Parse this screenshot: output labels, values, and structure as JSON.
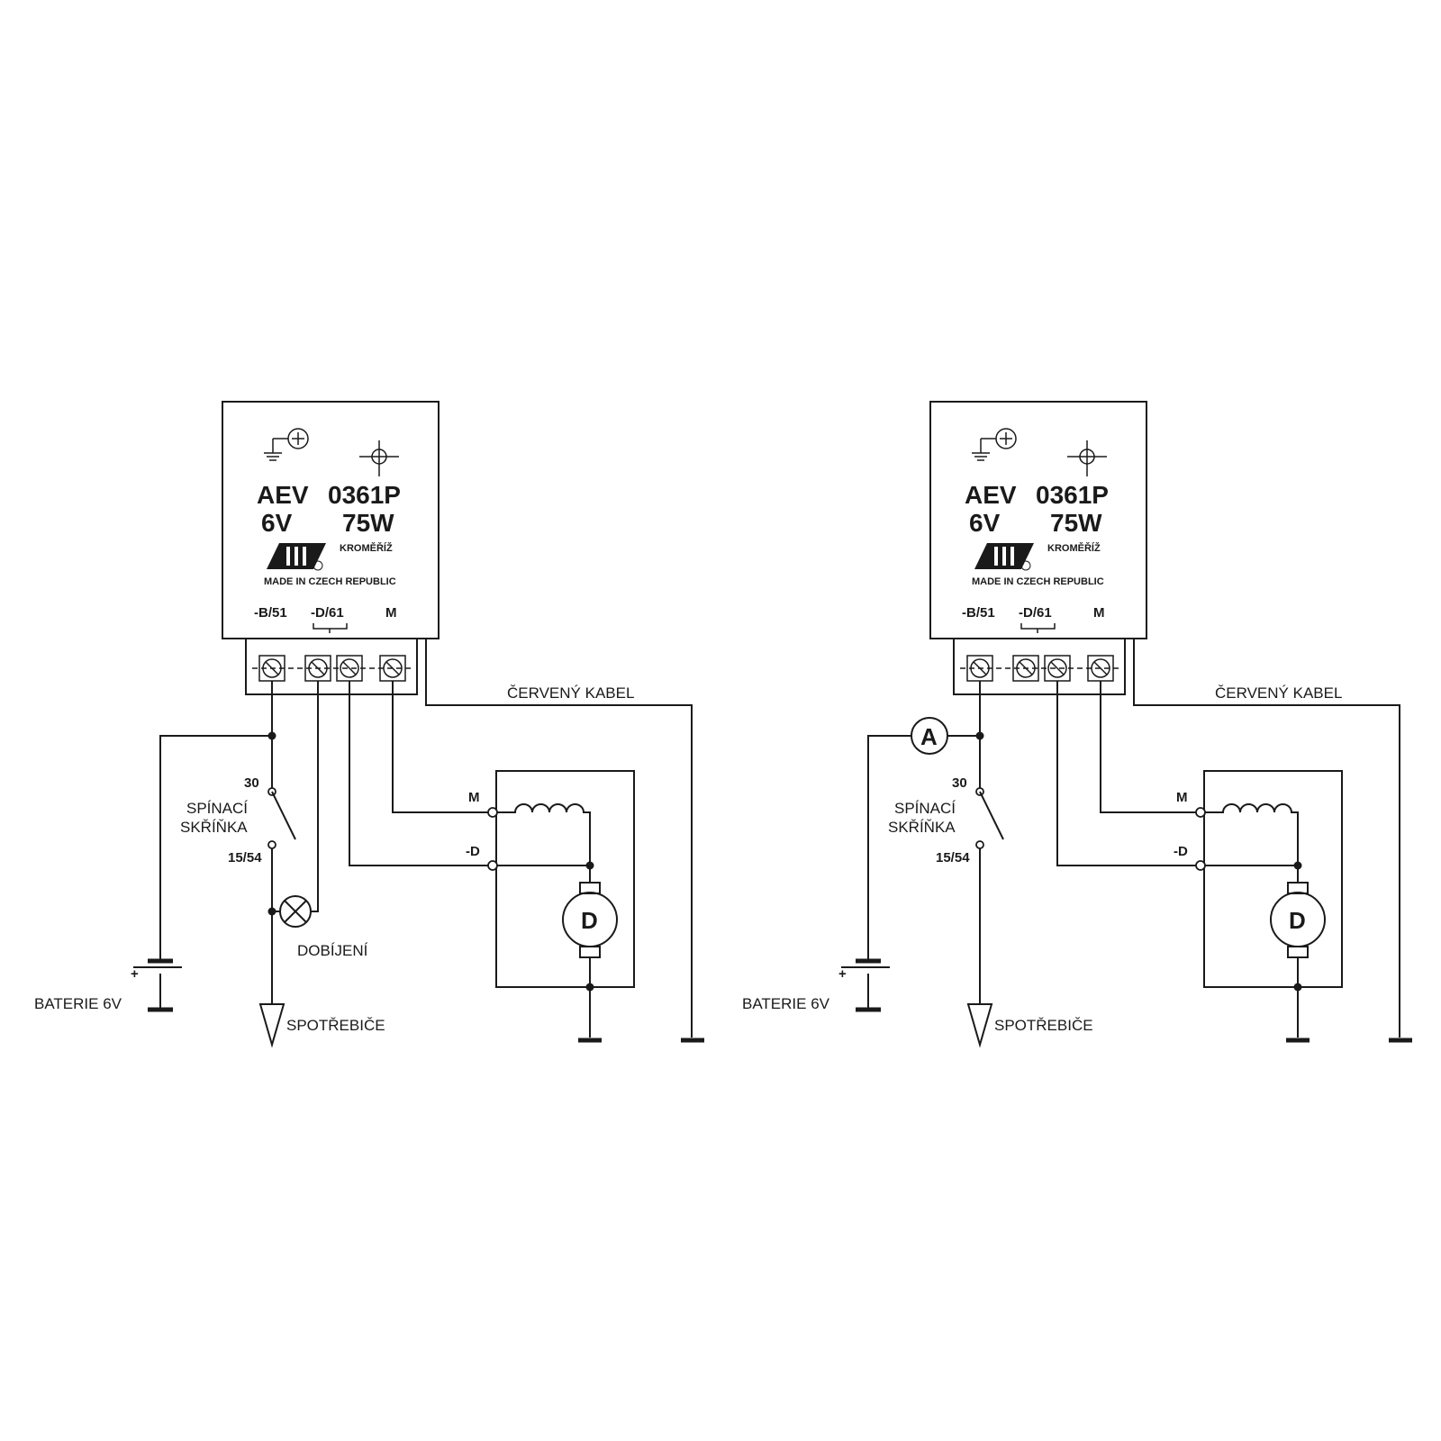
{
  "regulator": {
    "brand": "AEV",
    "model": "0361P",
    "voltage": "6V",
    "power": "75W",
    "city": "KROMĚŘÍŽ",
    "origin": "MADE IN CZECH REPUBLIC",
    "terminal_b": "-B/51",
    "terminal_d": "-D/61",
    "terminal_m": "M"
  },
  "labels": {
    "red_cable": "ČERVENÝ KABEL",
    "ignition_switch_line1": "SPÍNACÍ",
    "ignition_switch_line2": "SKŘÍŇKA",
    "switch_in": "30",
    "switch_out": "15/54",
    "charging_lamp": "DOBÍJENÍ",
    "battery": "BATERIE 6V",
    "battery_plus": "+",
    "loads": "SPOTŘEBIČE",
    "dynamo_m": "M",
    "dynamo_d": "-D",
    "dynamo_letter": "D",
    "ammeter_letter": "A"
  },
  "variants": [
    {
      "name": "charging-lamp",
      "has_lamp": true,
      "has_ammeter": false
    },
    {
      "name": "ammeter",
      "has_lamp": false,
      "has_ammeter": true
    }
  ]
}
